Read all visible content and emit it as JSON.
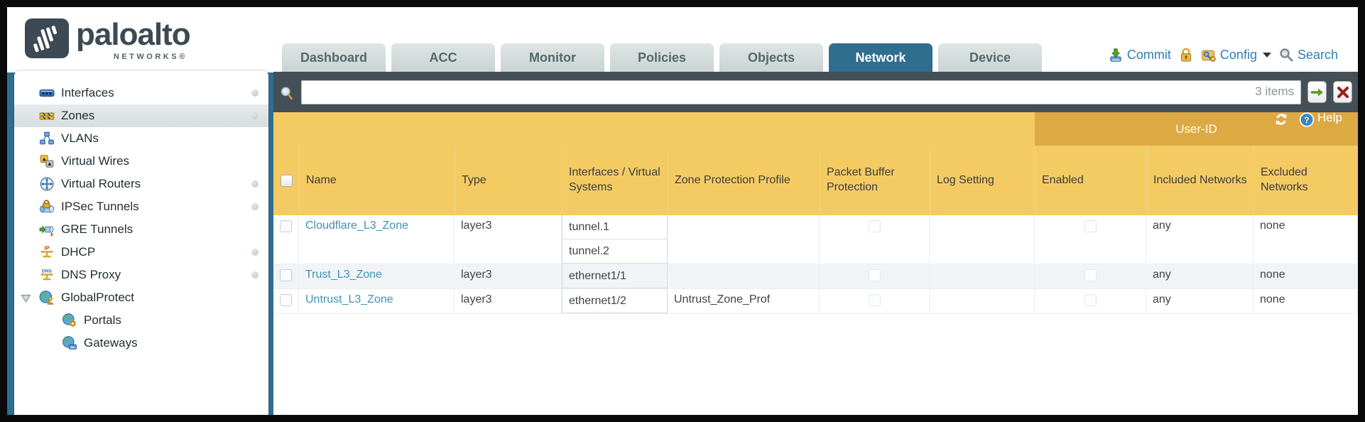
{
  "colors": {
    "header_teal": "#2F6E8F",
    "strip_dark": "#454F57",
    "table_header_orange": "#F4CB63",
    "user_id_band_orange": "#DDA942",
    "link_blue": "#4191B7",
    "utility_text_blue": "#2E7FB8"
  },
  "header": {
    "logo": {
      "brand": "paloalto",
      "sub": "NETWORKS®"
    },
    "tabs": [
      {
        "label": "Dashboard",
        "active": false
      },
      {
        "label": "ACC",
        "active": false
      },
      {
        "label": "Monitor",
        "active": false
      },
      {
        "label": "Policies",
        "active": false
      },
      {
        "label": "Objects",
        "active": false
      },
      {
        "label": "Network",
        "active": true
      },
      {
        "label": "Device",
        "active": false
      }
    ],
    "utilities": {
      "commit": "Commit",
      "config": "Config",
      "search": "Search"
    }
  },
  "toolbar": {
    "help": "Help"
  },
  "sidebar": {
    "items": [
      {
        "label": "Interfaces",
        "icon": "interfaces-icon",
        "has_dot": true
      },
      {
        "label": "Zones",
        "icon": "zones-icon",
        "has_dot": true,
        "selected": true
      },
      {
        "label": "VLANs",
        "icon": "vlans-icon",
        "has_dot": false
      },
      {
        "label": "Virtual Wires",
        "icon": "virtual-wires-icon",
        "has_dot": false
      },
      {
        "label": "Virtual Routers",
        "icon": "virtual-routers-icon",
        "has_dot": true
      },
      {
        "label": "IPSec Tunnels",
        "icon": "ipsec-tunnels-icon",
        "has_dot": true
      },
      {
        "label": "GRE Tunnels",
        "icon": "gre-tunnels-icon",
        "has_dot": false
      },
      {
        "label": "DHCP",
        "icon": "dhcp-icon",
        "has_dot": true
      },
      {
        "label": "DNS Proxy",
        "icon": "dns-proxy-icon",
        "has_dot": true
      },
      {
        "label": "GlobalProtect",
        "icon": "globalprotect-icon",
        "has_dot": false,
        "expanded": true
      },
      {
        "label": "Portals",
        "icon": "portals-icon",
        "has_dot": false,
        "child": true
      },
      {
        "label": "Gateways",
        "icon": "gateways-icon",
        "has_dot": false,
        "child": true
      }
    ]
  },
  "filter": {
    "value": "",
    "count": "3 items"
  },
  "table": {
    "group_header": "User-ID",
    "columns": [
      "",
      "Name",
      "Type",
      "Interfaces / Virtual Systems",
      "Zone Protection Profile",
      "Packet Buffer Protection",
      "Log Setting",
      "Enabled",
      "Included Networks",
      "Excluded Networks"
    ],
    "rows": [
      {
        "name": "Cloudflare_L3_Zone",
        "type": "layer3",
        "interfaces": [
          "tunnel.1",
          "tunnel.2"
        ],
        "zone_protection_profile": "",
        "log_setting": "",
        "included_networks": "any",
        "excluded_networks": "none"
      },
      {
        "name": "Trust_L3_Zone",
        "type": "layer3",
        "interfaces": [
          "ethernet1/1"
        ],
        "zone_protection_profile": "",
        "log_setting": "",
        "included_networks": "any",
        "excluded_networks": "none"
      },
      {
        "name": "Untrust_L3_Zone",
        "type": "layer3",
        "interfaces": [
          "ethernet1/2"
        ],
        "zone_protection_profile": "Untrust_Zone_Prof",
        "log_setting": "",
        "included_networks": "any",
        "excluded_networks": "none"
      }
    ]
  }
}
